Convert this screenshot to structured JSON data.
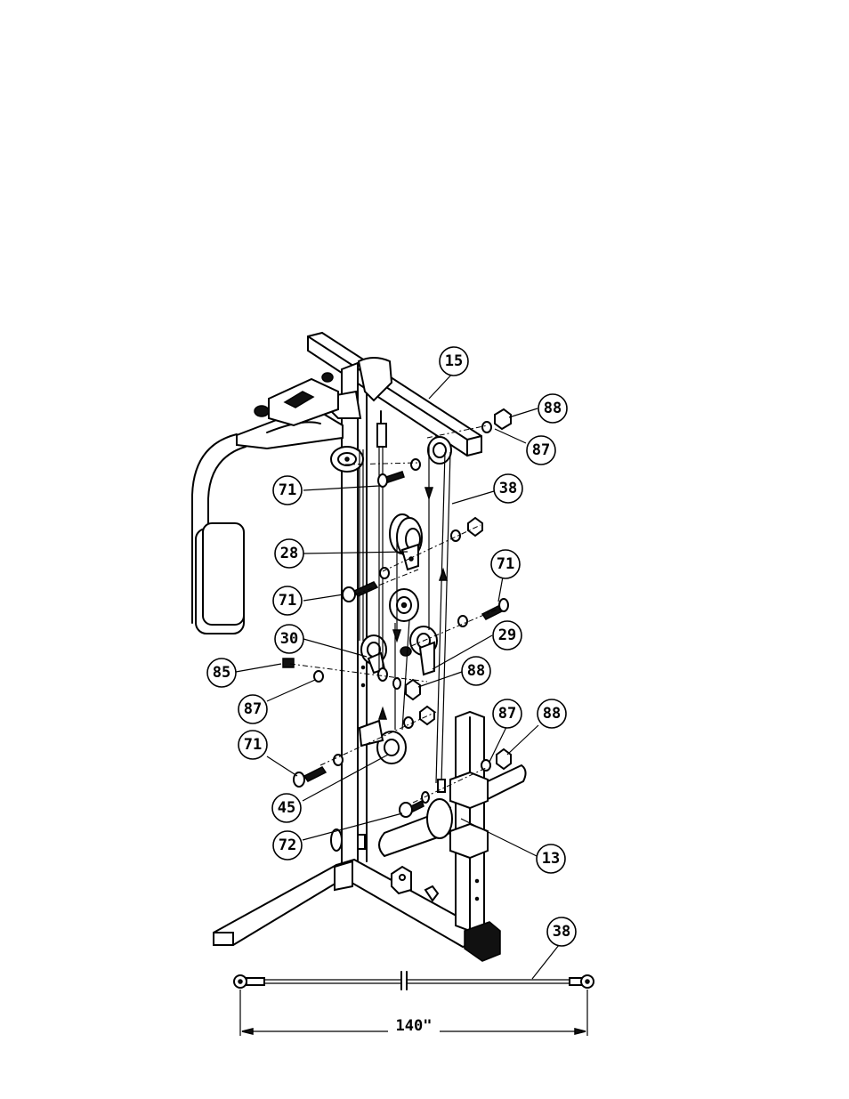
{
  "callouts": [
    {
      "id": "c15a",
      "label": "15"
    },
    {
      "id": "c88a",
      "label": "88"
    },
    {
      "id": "c87a",
      "label": "87"
    },
    {
      "id": "c38a",
      "label": "38"
    },
    {
      "id": "c71a",
      "label": "71"
    },
    {
      "id": "c28",
      "label": "28"
    },
    {
      "id": "c71b",
      "label": "71"
    },
    {
      "id": "c71c",
      "label": "71"
    },
    {
      "id": "c30",
      "label": "30"
    },
    {
      "id": "c29",
      "label": "29"
    },
    {
      "id": "c85",
      "label": "85"
    },
    {
      "id": "c88b",
      "label": "88"
    },
    {
      "id": "c87b",
      "label": "87"
    },
    {
      "id": "c87c",
      "label": "87"
    },
    {
      "id": "c88c",
      "label": "88"
    },
    {
      "id": "c71d",
      "label": "71"
    },
    {
      "id": "c45",
      "label": "45"
    },
    {
      "id": "c72",
      "label": "72"
    },
    {
      "id": "c13",
      "label": "13"
    },
    {
      "id": "c38b",
      "label": "38"
    }
  ],
  "dimension": {
    "label": "140\""
  }
}
